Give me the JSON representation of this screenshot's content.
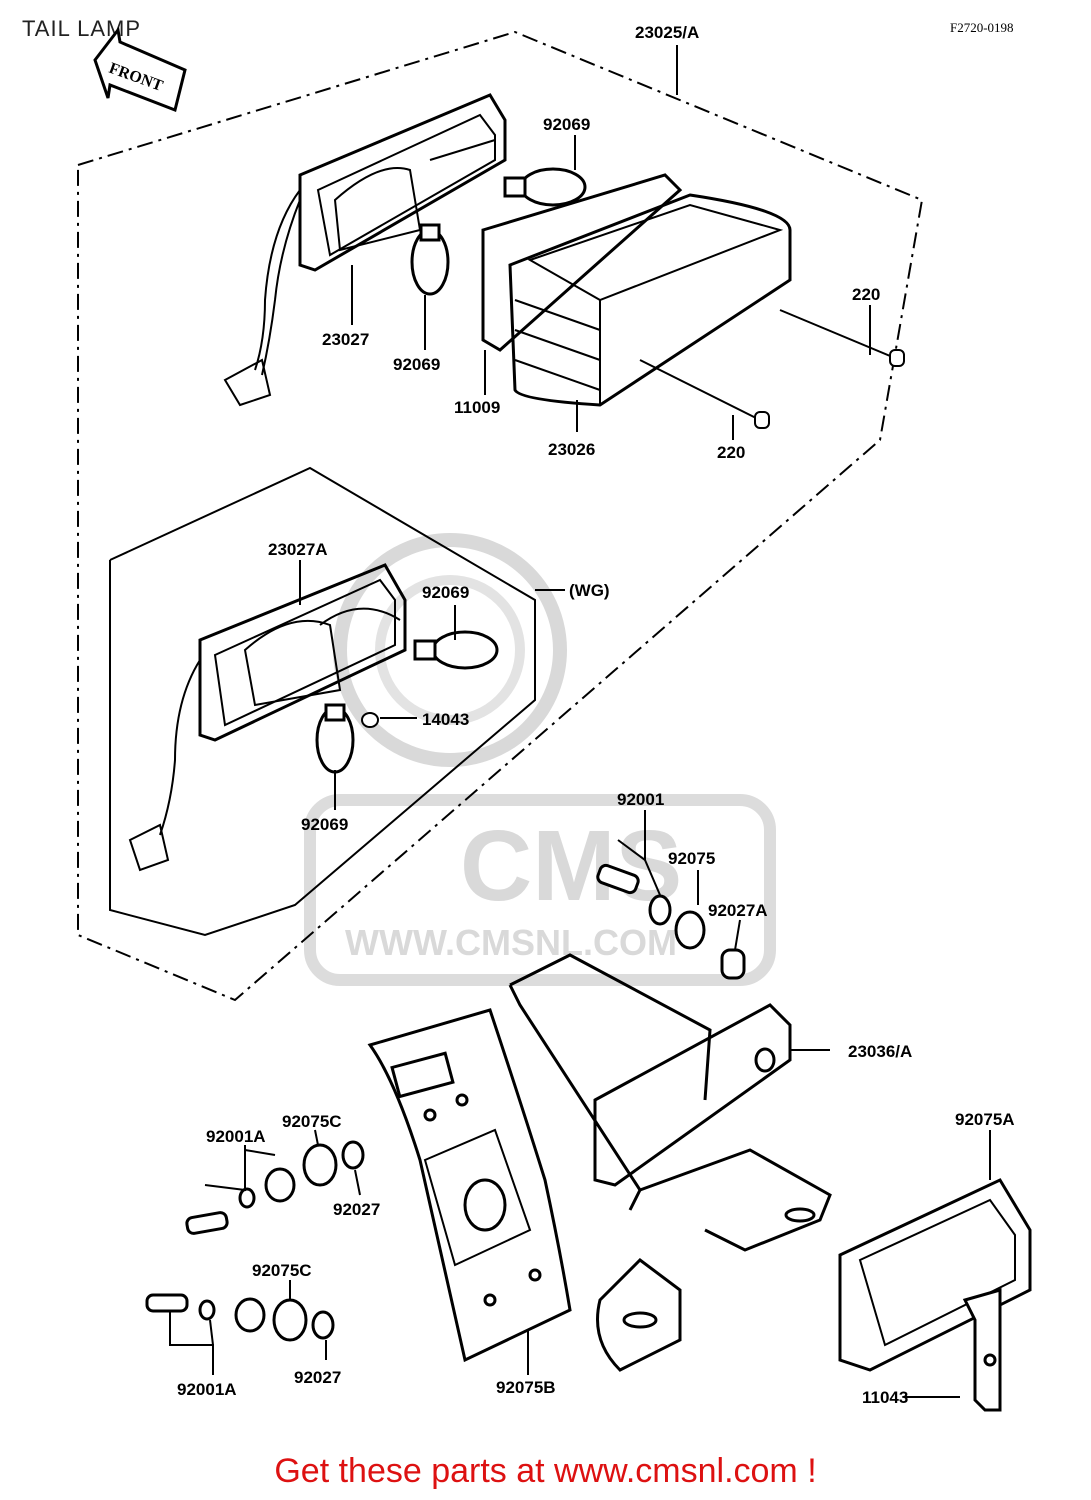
{
  "header": {
    "title": "TAIL LAMP",
    "drawing_code": "F2720-0198",
    "front_arrow_label": "FRONT"
  },
  "watermark": {
    "brand": "CMS",
    "url": "WWW.CMSNL.COM"
  },
  "parts": {
    "p23025A": "23025/A",
    "p92069_a": "92069",
    "p23027": "23027",
    "p92069_b": "92069",
    "p11009": "11009",
    "p23026": "23026",
    "p220_a": "220",
    "p220_b": "220",
    "p23027A": "23027A",
    "p92069_c": "92069",
    "wg": "(WG)",
    "p14043": "14043",
    "p92069_d": "92069",
    "p92001": "92001",
    "p92075": "92075",
    "p92027A": "92027A",
    "p23036A": "23036/A",
    "p92001A_a": "92001A",
    "p92075C_a": "92075C",
    "p92027_a": "92027",
    "p92075A": "92075A",
    "p92075C_b": "92075C",
    "p92001A_b": "92001A",
    "p92027_b": "92027",
    "p92075B": "92075B",
    "p11043": "11043"
  },
  "footer": {
    "text": "Get these parts at www.cmsnl.com !"
  },
  "colors": {
    "line": "#000000",
    "watermark": "#d9d9d9",
    "footer": "#dd1111"
  }
}
